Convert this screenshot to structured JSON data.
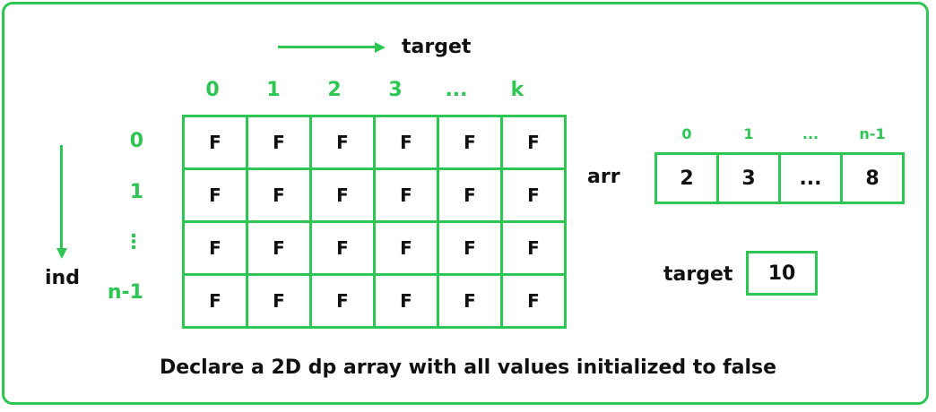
{
  "top_axis_label": "target",
  "left_axis_label": "ind",
  "column_labels": [
    "0",
    "1",
    "2",
    "3",
    "...",
    "k"
  ],
  "row_labels": [
    "0",
    "1",
    "⋮",
    "n-1"
  ],
  "grid_values": [
    [
      "F",
      "F",
      "F",
      "F",
      "F",
      "F"
    ],
    [
      "F",
      "F",
      "F",
      "F",
      "F",
      "F"
    ],
    [
      "F",
      "F",
      "F",
      "F",
      "F",
      "F"
    ],
    [
      "F",
      "F",
      "F",
      "F",
      "F",
      "F"
    ]
  ],
  "arr": {
    "label": "arr",
    "indices": [
      "0",
      "1",
      "...",
      "n-1"
    ],
    "values": [
      "2",
      "3",
      "...",
      "8"
    ]
  },
  "target": {
    "label": "target",
    "value": "10"
  },
  "caption": "Declare a 2D dp array with all values initialized to false",
  "colors": {
    "accent": "#2dc653",
    "text": "#111111"
  }
}
